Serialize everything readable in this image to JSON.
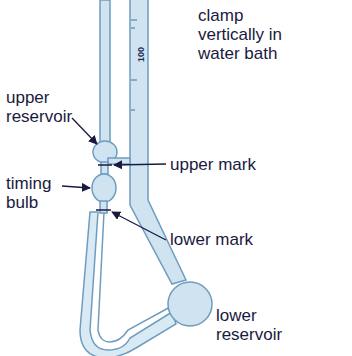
{
  "diagram": {
    "labels": [
      "clamp vertically in water bath",
      "upper reservoir",
      "upper mark",
      "timing bulb",
      "lower mark",
      "lower reservoir",
      "100"
    ]
  }
}
